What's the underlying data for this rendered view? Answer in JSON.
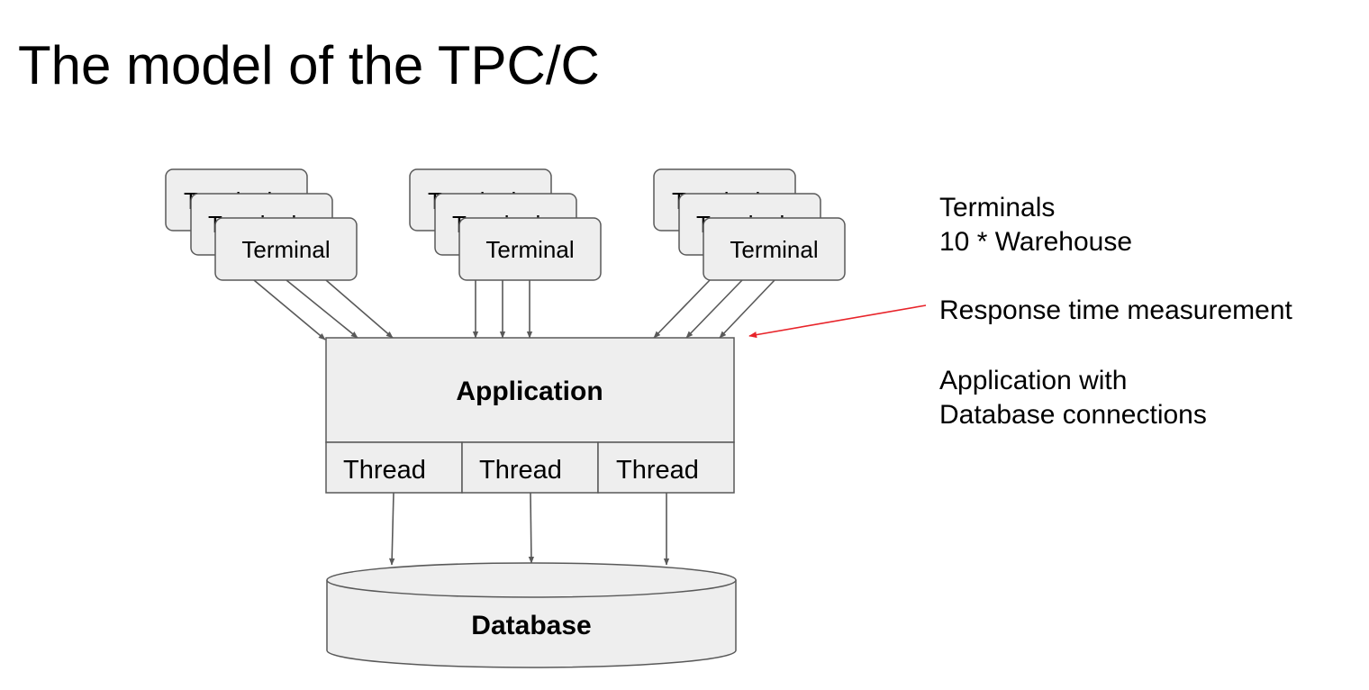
{
  "title": "The model of the TPC/C",
  "diagram": {
    "terminal_label": "Terminal",
    "application_label": "Application",
    "thread_labels": [
      "Thread",
      "Thread",
      "Thread"
    ],
    "database_label": "Database",
    "colors": {
      "box_fill": "#eeeeee",
      "box_stroke": "#595959",
      "arrow": "#595959",
      "highlight_arrow": "#e8242a"
    }
  },
  "notes": {
    "terminals_line1": "Terminals",
    "terminals_line2": "10 * Warehouse",
    "response_time": "Response time measurement",
    "application_line1": "Application with",
    "application_line2": "Database connections"
  }
}
